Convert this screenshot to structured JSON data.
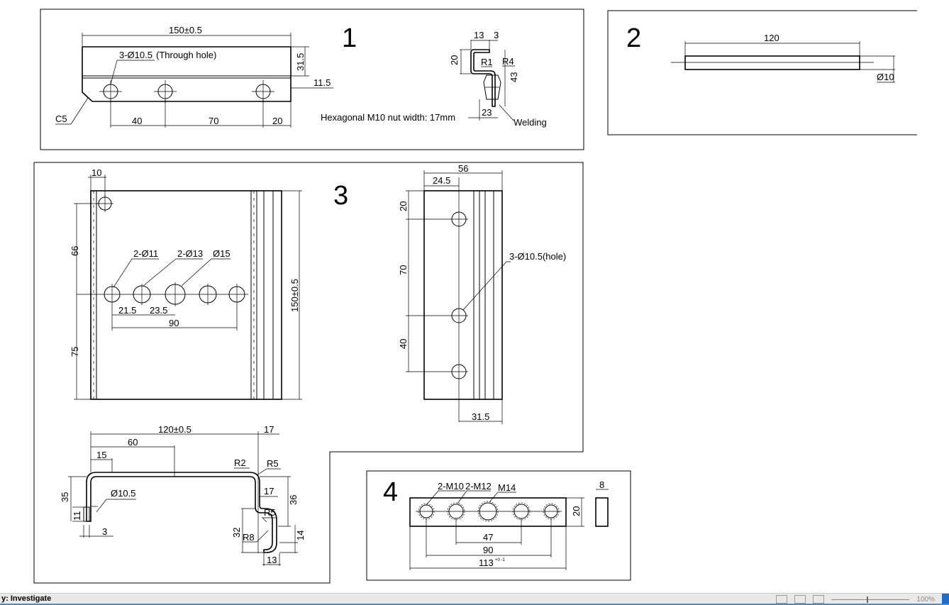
{
  "panels": {
    "p1": {
      "number": "1",
      "dims": {
        "length": "150±0.5",
        "holes": "3-Ø10.5",
        "holes_note": "(Through hole)",
        "height": "31.5",
        "flange": "11.5",
        "chamfer": "C5",
        "d40": "40",
        "d70": "70",
        "d20": "20",
        "w13": "13",
        "t3": "3",
        "h20": "20",
        "r1": "R1",
        "r4": "R4",
        "h43": "43",
        "w23": "23",
        "nut_note": "Hexagonal M10 nut width: 17mm",
        "welding": "Welding"
      }
    },
    "p2": {
      "number": "2",
      "dims": {
        "length": "120",
        "dia": "Ø10"
      }
    },
    "p3": {
      "number": "3",
      "dims": {
        "d10": "10",
        "d66": "66",
        "d75": "75",
        "h150": "150±0.5",
        "h2o11": "2-Ø11",
        "h2o13": "2-Ø13",
        "o15": "Ø15",
        "d21_5": "21.5",
        "d23_5": "23.5",
        "d90": "90",
        "w56": "56",
        "w24_5": "24.5",
        "v20": "20",
        "v70": "70",
        "v40": "40",
        "holes3": "3-Ø10.5(hole)",
        "w31_5": "31.5",
        "b120": "120±0.5",
        "b17a": "17",
        "b60": "60",
        "b15": "15",
        "b35": "35",
        "bo10_5": "Ø10.5",
        "b11": "11",
        "b3": "3",
        "br2": "R2",
        "br5a": "R5",
        "b17b": "17",
        "b36": "36",
        "br5b": "R5",
        "b32": "32",
        "br8": "R8",
        "b14": "14",
        "b13": "13"
      }
    },
    "p4": {
      "number": "4",
      "dims": {
        "m10": "2-M10",
        "m12": "2-M12",
        "m14": "M14",
        "h20": "20",
        "t8": "8",
        "d47": "47",
        "d90": "90",
        "d113": "113",
        "tol": "+0 -1"
      }
    }
  },
  "status_bar": {
    "left_text": "y: Investigate",
    "zoom": "100%"
  }
}
